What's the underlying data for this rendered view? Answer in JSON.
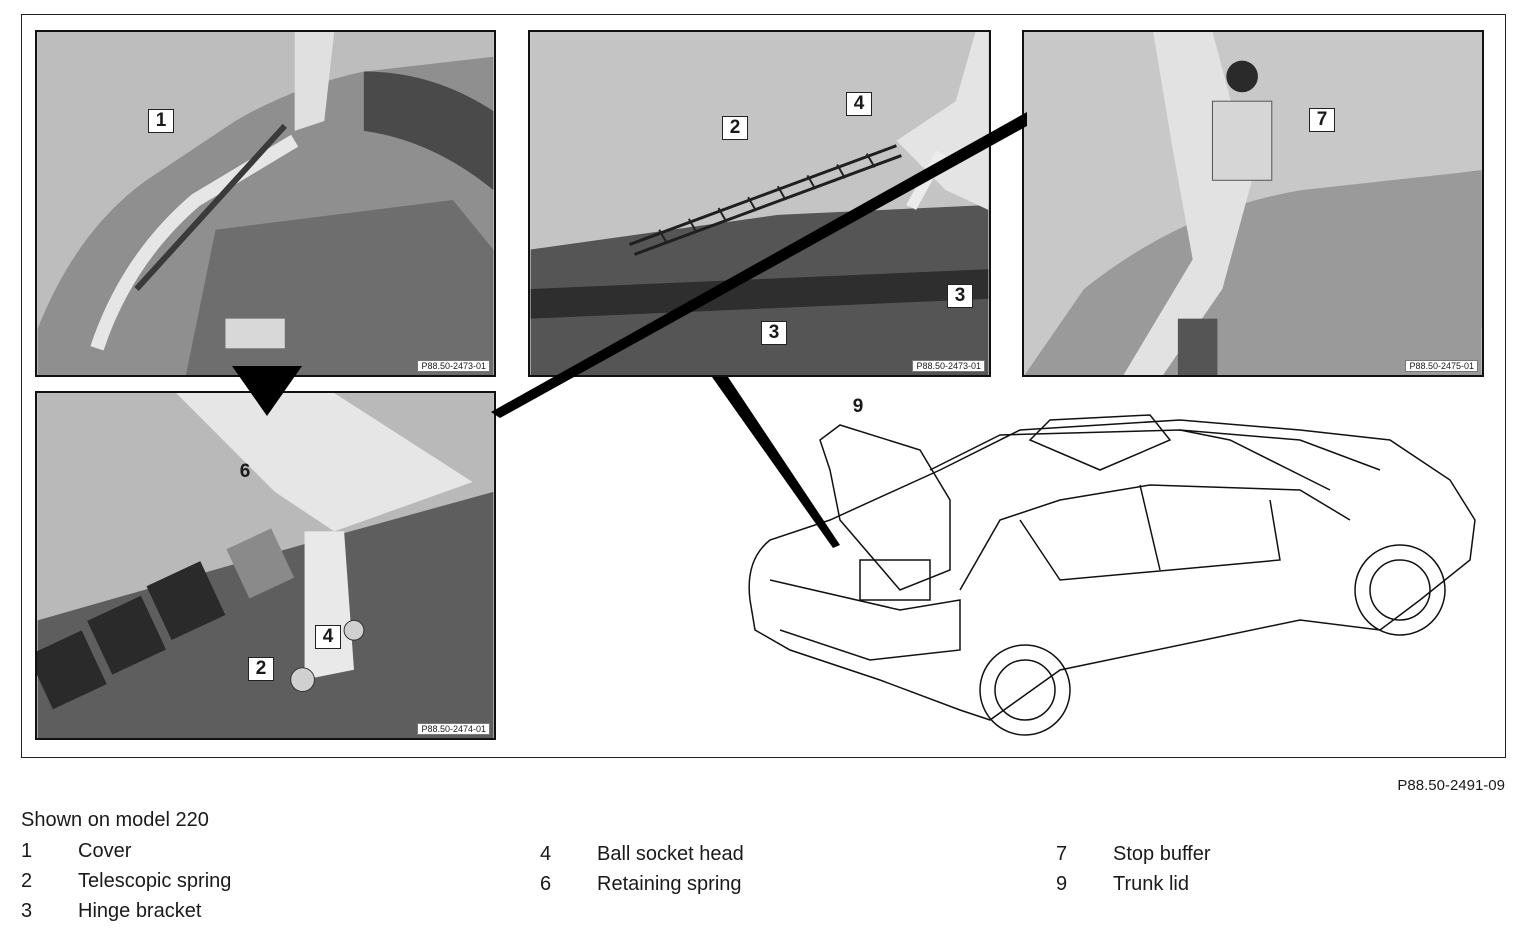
{
  "panels": [
    {
      "id": "p1",
      "code": "P88.50-2473-01",
      "callouts": [
        "1"
      ]
    },
    {
      "id": "p2",
      "code": "P88.50-2473-01",
      "callouts": [
        "4",
        "2",
        "3",
        "3"
      ]
    },
    {
      "id": "p3",
      "code": "P88.50-2475-01",
      "callouts": [
        "7"
      ]
    },
    {
      "id": "p4",
      "code": "P88.50-2474-01",
      "callouts": [
        "6",
        "4",
        "2"
      ]
    }
  ],
  "car_callout": "9",
  "figure_code": "P88.50-2491-09",
  "caption": "Shown on model 220",
  "legend": [
    [
      {
        "num": "1",
        "label": "Cover"
      },
      {
        "num": "2",
        "label": "Telescopic spring"
      },
      {
        "num": "3",
        "label": "Hinge bracket"
      }
    ],
    [
      {
        "num": "4",
        "label": "Ball socket head"
      },
      {
        "num": "6",
        "label": "Retaining spring"
      }
    ],
    [
      {
        "num": "7",
        "label": "Stop buffer"
      },
      {
        "num": "9",
        "label": "Trunk lid"
      }
    ]
  ]
}
